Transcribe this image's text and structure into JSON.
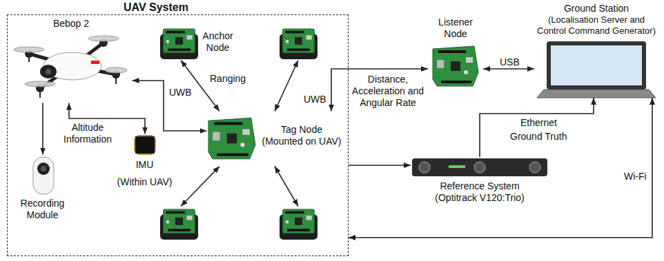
{
  "diagram": {
    "nodes": [
      {
        "text": [
          "UAV System"
        ]
      },
      {
        "text": [
          "Bebop 2"
        ],
        "in": 0
      },
      {
        "text": [
          "Anchor Node"
        ],
        "in": 0
      },
      {
        "text": [],
        "in": 0
      },
      {
        "text": [
          "Tag Node",
          "(Mounted on UAV)"
        ],
        "in": 0
      },
      {
        "text": [
          "IMU",
          "(Within UAV)"
        ],
        "in": 0
      },
      {
        "text": [
          "Recording Module"
        ],
        "in": 0
      },
      {
        "text": [],
        "in": 0
      },
      {
        "text": [],
        "in": 0
      },
      {
        "text": [
          "Listener Node"
        ]
      },
      {
        "text": [
          "Ground Station",
          "(Localisation Server and Control Command Generator)"
        ]
      },
      {
        "text": [
          "Reference System",
          "(Optitrack V120:Trio)"
        ]
      }
    ],
    "edges": [
      {
        "from": 1,
        "to": 4,
        "arrow": "both",
        "label": "UWB"
      },
      {
        "from": 2,
        "to": 4,
        "arrow": "both",
        "label": "Ranging"
      },
      {
        "from": 3,
        "to": 4,
        "arrow": "both"
      },
      {
        "from": 7,
        "to": 4,
        "arrow": "both"
      },
      {
        "from": 8,
        "to": 4,
        "arrow": "both"
      },
      {
        "from": 5,
        "to": 1,
        "arrow": "both",
        "label": "Altitude Information"
      },
      {
        "from": 1,
        "to": 6,
        "arrow": "to"
      },
      {
        "from": 4,
        "to": 9,
        "arrow": "both",
        "label": "UWB"
      },
      {
        "from": 9,
        "to": 10,
        "arrow": "both",
        "label": "USB"
      },
      {
        "from": 11,
        "to": 10,
        "arrow": "to",
        "label": "Ethernet"
      },
      {
        "from": 0,
        "to": 11,
        "arrow": "to"
      },
      {
        "from": 10,
        "to": 0,
        "arrow": "both",
        "label": "Wi-Fi"
      }
    ],
    "labels": [
      "Distance, Acceleration and Angular Rate",
      "Ground Truth"
    ]
  }
}
